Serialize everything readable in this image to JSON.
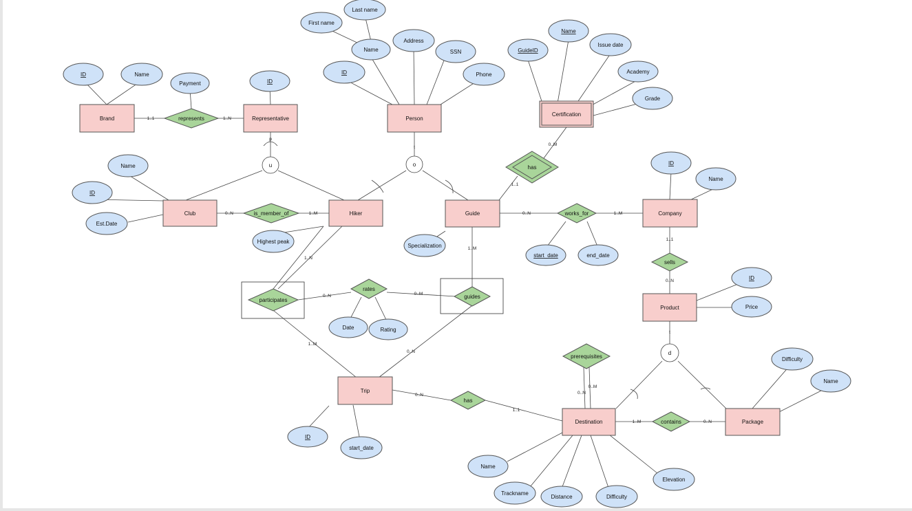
{
  "entities": {
    "brand": "Brand",
    "representative": "Representative",
    "person": "Person",
    "certification": "Certification",
    "club": "Club",
    "hiker": "Hiker",
    "guide": "Guide",
    "company": "Company",
    "product": "Product",
    "trip": "Trip",
    "destination": "Destination",
    "package": "Package"
  },
  "relationships": {
    "represents": "represents",
    "cert_has": "has",
    "is_member_of": "is_member_of",
    "works_for": "works_for",
    "sells": "sells",
    "participates": "participates",
    "rates": "rates",
    "guides": "guides",
    "trip_has": "has",
    "prerequisites": "prerequisites",
    "contains": "contains"
  },
  "attributes": {
    "brand_id": "ID",
    "brand_name": "Name",
    "payment": "Payment",
    "rep_id": "ID",
    "first_name": "First name",
    "last_name": "Last name",
    "person_name": "Name",
    "address": "Address",
    "ssn": "SSN",
    "person_id": "ID",
    "phone": "Phone",
    "guide_id": "GuideID",
    "cert_name": "Name",
    "issue_date": "Issue date",
    "academy": "Academy",
    "grade": "Grade",
    "club_name": "Name",
    "club_id": "ID",
    "est_date": "Est.Date",
    "highest_peak": "Highest peak",
    "specialization": "Specialization",
    "start_date_w": "start_date",
    "end_date": "end_date",
    "company_id": "ID",
    "company_name": "Name",
    "product_id": "ID",
    "price": "Price",
    "date": "Date",
    "rating": "Rating",
    "pkg_difficulty": "Difficulty",
    "pkg_name": "Name",
    "trip_id": "ID",
    "trip_start_date": "start_date",
    "dest_name": "Name",
    "trackname": "Trackname",
    "distance": "Distance",
    "dest_difficulty": "Difficulty",
    "elevation": "Elevation"
  },
  "specializations": {
    "rep_union": "u",
    "person_overlap": "o",
    "product_disjoint": "d",
    "rep_partial": "p",
    "person_total": "t",
    "product_total": "t"
  },
  "cardinalities": {
    "brand_represents": "1..1",
    "represents_rep": "1..N",
    "cert_has": "0..M",
    "has_guide": "1..1",
    "club_member": "0..N",
    "member_hiker": "1..M",
    "guide_works": "0..N",
    "works_company": "1..M",
    "company_sells": "1..1",
    "sells_product": "0..N",
    "hiker_participates": "1..N",
    "participates_rates": "0..N",
    "rates_guides": "0..M",
    "guide_guides": "1..M",
    "participates_trip": "1..M",
    "guides_trip": "0..N",
    "trip_has": "0..N",
    "has_destination": "1..1",
    "prereq_a": "0..N",
    "prereq_b": "0..M",
    "dest_contains": "1..M",
    "contains_package": "0..N"
  }
}
